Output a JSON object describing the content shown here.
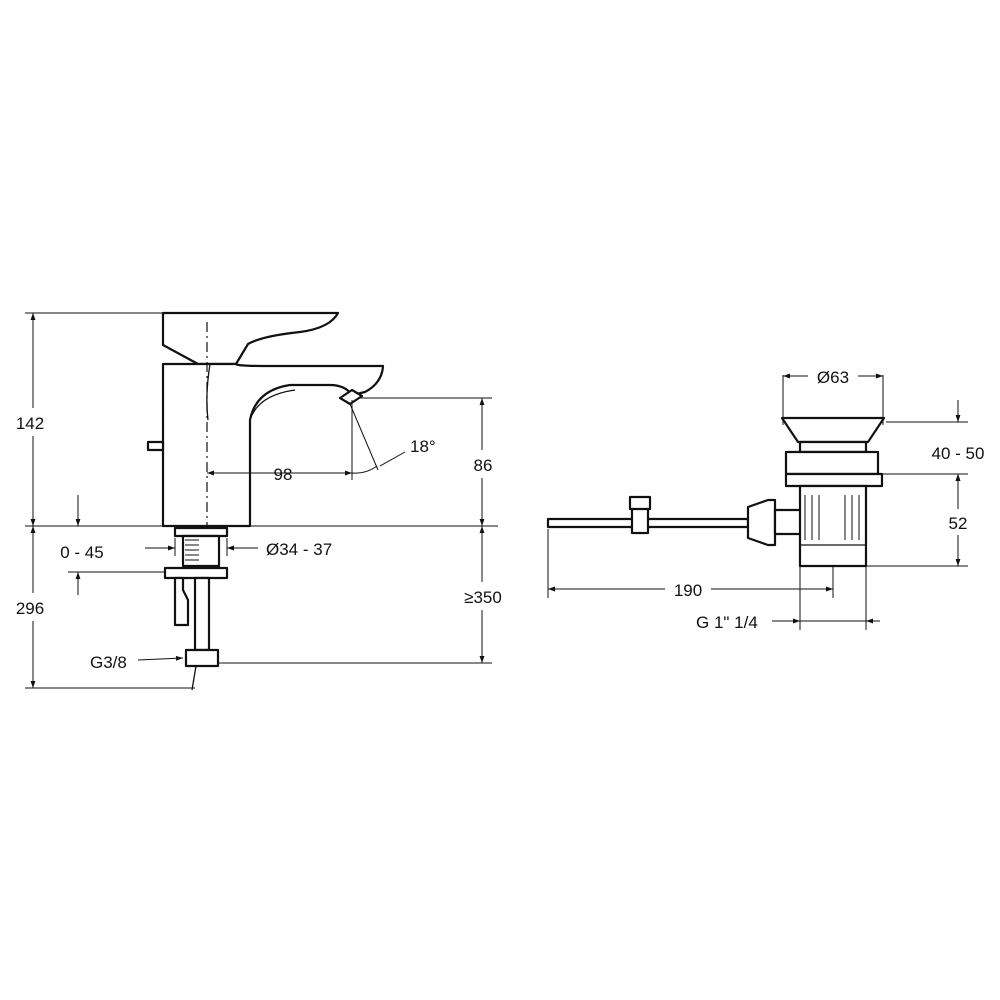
{
  "tap": {
    "height": "142",
    "spout_reach": "98",
    "spout_angle": "18°",
    "spout_height": "86",
    "deck_thickness": "0 - 45",
    "hole_diameter": "Ø34 - 37",
    "below_deck": "296",
    "hose_length": "≥350",
    "connection": "G3/8"
  },
  "waste": {
    "plug_diameter": "Ø63",
    "adjust_range": "40 - 50",
    "body_height": "52",
    "rod_length": "190",
    "outlet_thread": "G 1\" 1/4"
  },
  "colors": {
    "line": "#111111",
    "background": "#ffffff"
  }
}
